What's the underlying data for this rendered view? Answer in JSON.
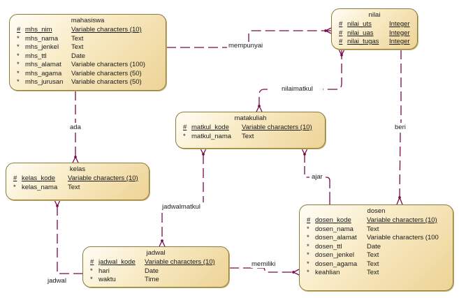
{
  "diagram": {
    "type": "Conceptual Data Model (ER diagram)",
    "line_color": "#7a0a4a",
    "entity_border_color": "#8c7a3c",
    "entity_fill_color": "#f5e3b0"
  },
  "entities": {
    "mahasiswa": {
      "name": "mahasiswa",
      "attributes": [
        {
          "mark": "#",
          "name": "mhs_nim",
          "type": "Variable characters (10)",
          "pk": true
        },
        {
          "mark": "*",
          "name": "mhs_nama",
          "type": "Text",
          "pk": false
        },
        {
          "mark": "*",
          "name": "mhs_jenkel",
          "type": "Text",
          "pk": false
        },
        {
          "mark": "*",
          "name": "mhs_ttl",
          "type": "Date",
          "pk": false
        },
        {
          "mark": "*",
          "name": "mhs_alamat",
          "type": "Variable characters (100)",
          "pk": false
        },
        {
          "mark": "*",
          "name": "mhs_agama",
          "type": "Variable characters (50)",
          "pk": false
        },
        {
          "mark": "*",
          "name": "mhs_jurusan",
          "type": "Variable characters (50)",
          "pk": false
        }
      ]
    },
    "nilai": {
      "name": "nilai",
      "attributes": [
        {
          "mark": "#",
          "name": "nilai_uts",
          "type": "Integer",
          "pk": true
        },
        {
          "mark": "#",
          "name": "nilai_uas",
          "type": "Integer",
          "pk": true
        },
        {
          "mark": "#",
          "name": "nilai_tugas",
          "type": "Integer",
          "pk": true
        }
      ]
    },
    "matakuliah": {
      "name": "matakuliah",
      "attributes": [
        {
          "mark": "#",
          "name": "matkul_kode",
          "type": "Variable characters (10)",
          "pk": true
        },
        {
          "mark": "*",
          "name": "matkul_nama",
          "type": "Text",
          "pk": false
        }
      ]
    },
    "kelas": {
      "name": "kelas",
      "attributes": [
        {
          "mark": "#",
          "name": "kelas_kode",
          "type": "Variable characters (10)",
          "pk": true
        },
        {
          "mark": "*",
          "name": "kelas_nama",
          "type": "Text",
          "pk": false
        }
      ]
    },
    "jadwal": {
      "name": "jadwal",
      "attributes": [
        {
          "mark": "#",
          "name": "jadwal_kode",
          "type": "Variable characters (10)",
          "pk": true
        },
        {
          "mark": "*",
          "name": "hari",
          "type": "Date",
          "pk": false
        },
        {
          "mark": "*",
          "name": "waktu",
          "type": "Time",
          "pk": false
        }
      ]
    },
    "dosen": {
      "name": "dosen",
      "attributes": [
        {
          "mark": "#",
          "name": "dosen_kode",
          "type": "Variable characters (10)",
          "pk": true
        },
        {
          "mark": "*",
          "name": "dosen_nama",
          "type": "Text",
          "pk": false
        },
        {
          "mark": "*",
          "name": "dosen_alamat",
          "type": "Variable characters (100",
          "pk": false
        },
        {
          "mark": "*",
          "name": "dosen_ttl",
          "type": "Date",
          "pk": false
        },
        {
          "mark": "*",
          "name": "dosen_jenkel",
          "type": "Text",
          "pk": false
        },
        {
          "mark": "*",
          "name": "dosen_agama",
          "type": "Text",
          "pk": false
        },
        {
          "mark": "*",
          "name": "keahlian",
          "type": "Text",
          "pk": false
        }
      ]
    }
  },
  "relationships": {
    "mempunyai": {
      "label": "mempunyai",
      "from": "mahasiswa",
      "to": "nilai",
      "to_cardinality": "many"
    },
    "nilaimatkul": {
      "label": "nilaimatkul",
      "from": "nilai",
      "to": "matakuliah",
      "from_cardinality": "many",
      "to_cardinality": "many"
    },
    "beri": {
      "label": "beri",
      "from": "nilai",
      "to": "dosen",
      "to_cardinality": "many"
    },
    "ada": {
      "label": "ada",
      "from": "mahasiswa",
      "to": "kelas",
      "to_cardinality": "many"
    },
    "ajar": {
      "label": "ajar",
      "from": "dosen",
      "to": "matakuliah",
      "to_cardinality": "many"
    },
    "jadwalmatkul": {
      "label": "jadwalmatkul",
      "from": "matakuliah",
      "to": "jadwal",
      "from_cardinality": "many",
      "to_cardinality": "many"
    },
    "jadwal": {
      "label": "jadwal",
      "from": "jadwal",
      "to": "kelas",
      "to_cardinality": "many"
    },
    "memiliki": {
      "label": "memiliki",
      "from": "jadwal",
      "to": "dosen",
      "to_cardinality": "many"
    }
  }
}
